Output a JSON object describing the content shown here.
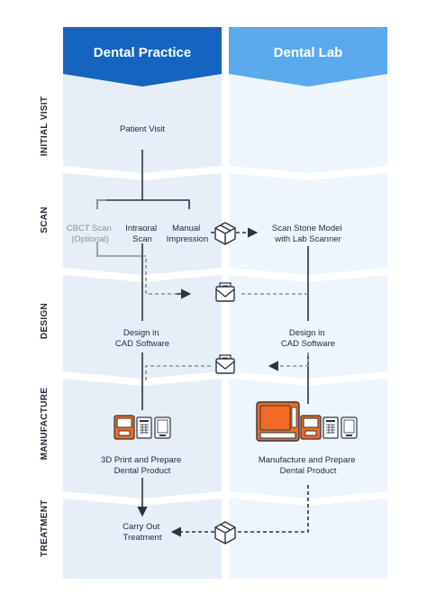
{
  "lanes": {
    "practice": {
      "title": "Dental Practice",
      "color": "#1565c0",
      "bg": "#e6eef8"
    },
    "lab": {
      "title": "Dental Lab",
      "color": "#5aa9ec",
      "bg": "#edf5fd"
    }
  },
  "stages": [
    "INITIAL VISIT",
    "SCAN",
    "DESIGN",
    "MANUFACTURE",
    "TREATMENT"
  ],
  "nodes": {
    "patient_visit": [
      "Patient Visit"
    ],
    "cbct_scan": [
      "CBCT Scan",
      "(Optional)"
    ],
    "intraoral_scan": [
      "Intraoral",
      "Scan"
    ],
    "manual_impression": [
      "Manual",
      "Impression"
    ],
    "scan_stone_model": [
      "Scan Stone Model",
      "with Lab Scanner"
    ],
    "design_practice": [
      "Design in",
      "CAD Software"
    ],
    "design_lab": [
      "Design in",
      "CAD Software"
    ],
    "print_prepare": [
      "3D Print and Prepare",
      "Dental Product"
    ],
    "manufacture_prepare": [
      "Manufacture and Prepare",
      "Dental Product"
    ],
    "carry_out": [
      "Carry Out",
      "Treatment"
    ]
  },
  "colors": {
    "accent_orange": "#ef6c22",
    "line_dark": "#2b3440",
    "line_muted": "#8a929c"
  },
  "icons": [
    "package-icon",
    "envelope-icon",
    "printer-icon",
    "milling-machine-icon",
    "tablet-icon",
    "curing-unit-icon"
  ]
}
